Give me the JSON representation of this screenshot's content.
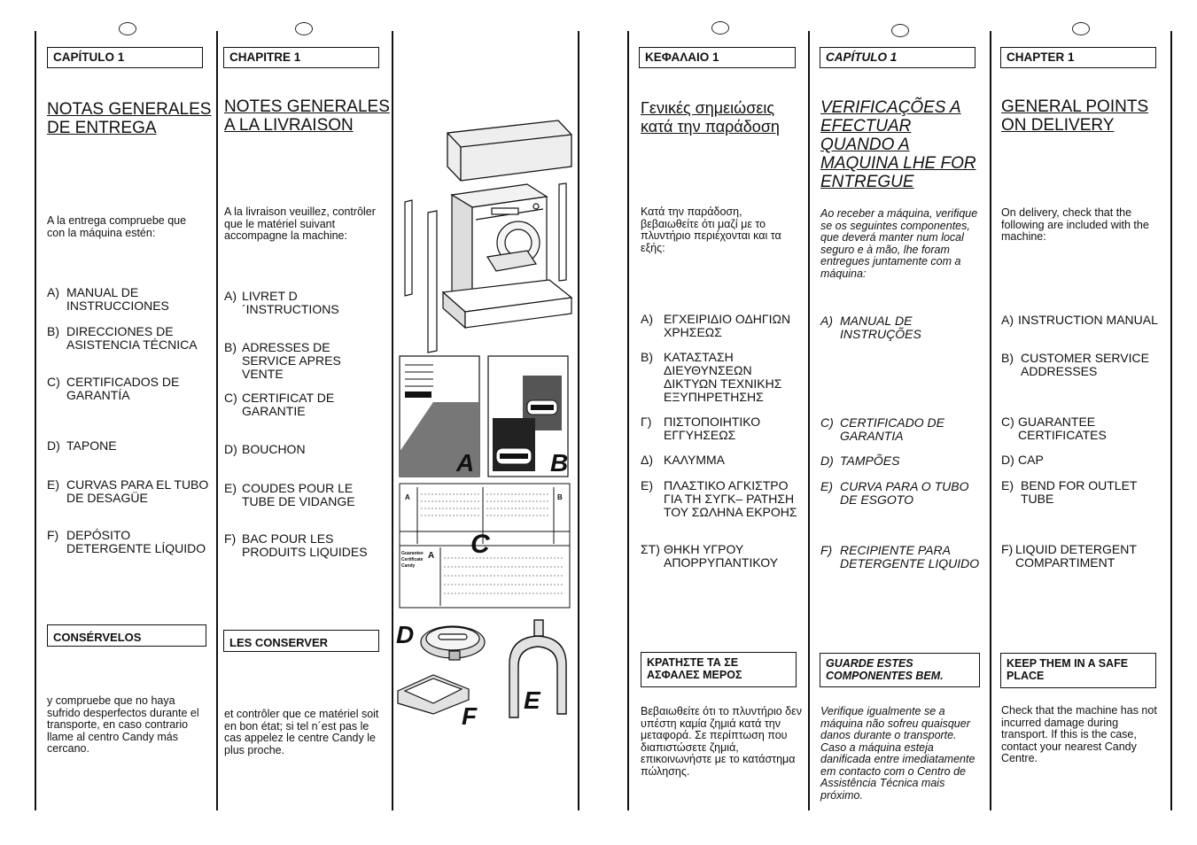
{
  "spanish": {
    "chapter": "CAPÍTULO 1",
    "title1": "NOTAS GENERALES",
    "title2": "DE ENTREGA",
    "intro": "A la entrega compruebe que con la máquina estén:",
    "items": [
      {
        "l": "A)",
        "t": "MANUAL DE INSTRUCCIONES"
      },
      {
        "l": "B)",
        "t": "DIRECCIONES DE ASISTENCIA TÉCNICA"
      },
      {
        "l": "C)",
        "t": "CERTIFICADOS DE GARANTÍA"
      },
      {
        "l": "D)",
        "t": "TAPONE"
      },
      {
        "l": "E)",
        "t": "CURVAS PARA EL TUBO DE DESAGÜE"
      },
      {
        "l": "F)",
        "t": "DEPÓSITO DETERGENTE LÍQUIDO"
      }
    ],
    "keep": "CONSÉRVELOS",
    "outro": "y compruebe que no haya sufrido desperfectos durante el transporte, en caso contrario llame al centro Candy más cercano."
  },
  "french": {
    "chapter": "CHAPITRE 1",
    "title1": "NOTES GENERALES",
    "title2": "A LA LIVRAISON",
    "intro": "A la livraison veuillez, contrôler que le matériel suivant accompagne la machine:",
    "items": [
      {
        "l": "A)",
        "t": "LIVRET D´INSTRUCTIONS"
      },
      {
        "l": "B)",
        "t": "ADRESSES DE SERVICE APRES VENTE"
      },
      {
        "l": "C)",
        "t": "CERTIFICAT DE GARANTIE"
      },
      {
        "l": "D)",
        "t": "BOUCHON"
      },
      {
        "l": "E)",
        "t": "COUDES POUR LE TUBE DE VIDANGE"
      },
      {
        "l": "F)",
        "t": "BAC POUR LES PRODUITS LIQUIDES"
      }
    ],
    "keep": "LES CONSERVER",
    "outro": "et contrôler que ce matériel soit en bon état; si tel n´est pas le cas appelez le centre Candy le plus proche."
  },
  "greek": {
    "chapter": "ΚΕΦΑΛΑΙΟ 1",
    "title1": "Γενικές σημειώσεις",
    "title2": "κατά την παράδοση",
    "intro": "Κατά την παράδοση, βεβαιωθείτε ότι μαζί με το πλυντήριο περιέχονται και τα εξής:",
    "items": [
      {
        "l": "Α)",
        "t": "ΕΓΧΕΙΡΙΔΙΟ ΟΔΗΓΙΩΝ ΧΡΗΣΕΩΣ"
      },
      {
        "l": "Β)",
        "t": "ΚΑΤΑΣΤΑΣΗ ΔΙΕΥΘΥΝΣΕΩΝ ΔΙΚΤΥΩΝ ΤΕΧΝΙΚΗΣ ΕΞΥΠΗΡΕΤΗΣΗΣ"
      },
      {
        "l": "Γ)",
        "t": "ΠΙΣΤΟΠΟΙΗΤΙΚΟ ΕΓΓΥΗΣΕΩΣ"
      },
      {
        "l": "Δ)",
        "t": "ΚΑΛΥΜΜΑ"
      },
      {
        "l": "Ε)",
        "t": "ΠΛΑΣΤΙΚΟ ΑΓΚΙΣΤΡΟ ΓΙΑ ΤΗ ΣΥΓΚ– ΡΑΤΗΣΗ ΤΟΥ ΣΩΛΗΝΑ ΕΚΡΟΗΣ"
      },
      {
        "l": "ΣΤ)",
        "t": "ΘΗΚΗ ΥΓΡΟΥ ΑΠΟΡΡΥΠΑΝΤΙΚΟΥ"
      }
    ],
    "keep": "ΚΡΑΤΗΣΤΕ ΤΑ ΣΕ ΑΣΦΑΛΕΣ ΜΕΡΟΣ",
    "outro": "Βεβαιωθείτε ότι το πλυντήριο δεν υπέστη καμία ζημιά κατά την μεταφορά. Σε περίπτωση που διαπιστώσετε ζημιά, επικοινωνήστε με το κατάστημα πώλησης."
  },
  "portuguese": {
    "chapter": "CAPÍTULO 1",
    "title": "VERIFICAÇÕES A EFECTUAR QUANDO A MAQUINA LHE FOR ENTREGUE",
    "intro": "Ao receber a máquina, verifique se os seguintes componentes, que deverá manter num local seguro e à mão, lhe foram entregues juntamente com a máquina:",
    "items": [
      {
        "l": "A)",
        "t": "MANUAL DE INSTRUÇÕES"
      },
      {
        "l": "C)",
        "t": "CERTIFICADO DE GARANTIA"
      },
      {
        "l": "D)",
        "t": "TAMPÕES"
      },
      {
        "l": "E)",
        "t": "CURVA PARA O TUBO DE ESGOTO"
      },
      {
        "l": "F)",
        "t": "RECIPIENTE PARA DETERGENTE LIQUIDO"
      }
    ],
    "keep": "GUARDE ESTES COMPONENTES BEM.",
    "outro": "Verifique igualmente se a máquina não sofreu quaisquer danos durante o transporte. Caso a máquina esteja danificada entre imediatamente em contacto com o Centro de Assistência Técnica mais próximo."
  },
  "english": {
    "chapter": "CHAPTER 1",
    "title1": "GENERAL POINTS",
    "title2": "ON DELIVERY",
    "intro": "On delivery, check that the following are included with the machine:",
    "items": [
      {
        "l": "A)",
        "t": "INSTRUCTION MANUAL"
      },
      {
        "l": "B)",
        "t": "CUSTOMER SERVICE ADDRESSES"
      },
      {
        "l": "C)",
        "t": "GUARANTEE CERTIFICATES"
      },
      {
        "l": "D)",
        "t": "CAP"
      },
      {
        "l": "E)",
        "t": "BEND FOR OUTLET TUBE"
      },
      {
        "l": "F)",
        "t": "LIQUID DETERGENT COMPARTIMENT"
      }
    ],
    "keep": "KEEP THEM IN A SAFE PLACE",
    "outro": "Check that the machine has not incurred damage during transport. If this is the case, contact your nearest Candy Centre."
  },
  "figure": {
    "labels": [
      "A",
      "B",
      "C",
      "D",
      "E",
      "F"
    ],
    "card_lines": [
      "Guarantee",
      "Certificate",
      "Candy"
    ]
  }
}
